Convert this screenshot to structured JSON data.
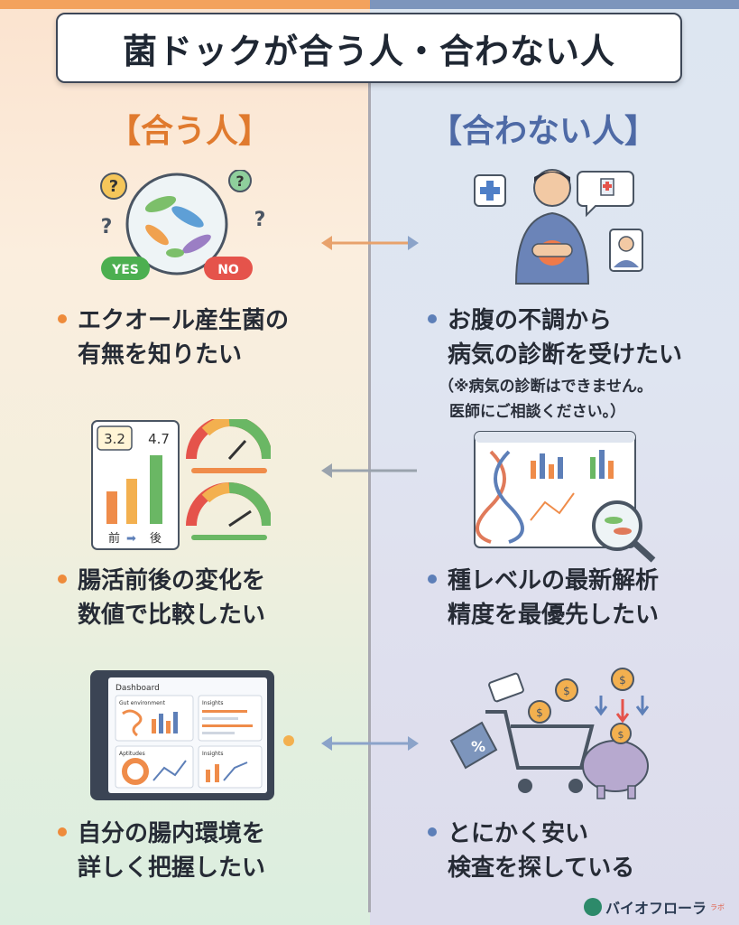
{
  "title": "菌ドックが合う人・合わない人",
  "left": {
    "heading": "【合う人】",
    "items": [
      {
        "line1": "エクオール産生菌の",
        "line2": "有無を知りたい"
      },
      {
        "line1": "腸活前後の変化を",
        "line2": "数値で比較したい"
      },
      {
        "line1": "自分の腸内環境を",
        "line2": "詳しく把握したい"
      }
    ]
  },
  "right": {
    "heading": "【合わない人】",
    "items": [
      {
        "line1": "お腹の不調から",
        "line2": "病気の診断を受けたい"
      },
      {
        "line1": "種レベルの最新解析",
        "line2": "精度を最優先したい"
      },
      {
        "line1": "とにかく安い",
        "line2": "検査を探している"
      }
    ],
    "note_line1": "（※病気の診断はできません。",
    "note_line2": "医師にご相談ください。）"
  },
  "illustrations": {
    "yes_label": "YES",
    "no_label": "NO",
    "score_before": "3.2",
    "score_after": "4.7",
    "before_label": "前",
    "after_label": "後",
    "dashboard_title": "Dashboard",
    "panel_gut": "Gut environment",
    "panel_insights": "Insights",
    "panel_aptitudes": "Aptitudes",
    "panel_insights2": "Insights"
  },
  "logo": {
    "name": "バイオフローラ",
    "sub": "ラボ"
  },
  "colors": {
    "left_accent": "#ee8b3b",
    "right_accent": "#5d7fb8",
    "title_text": "#1f2733"
  }
}
